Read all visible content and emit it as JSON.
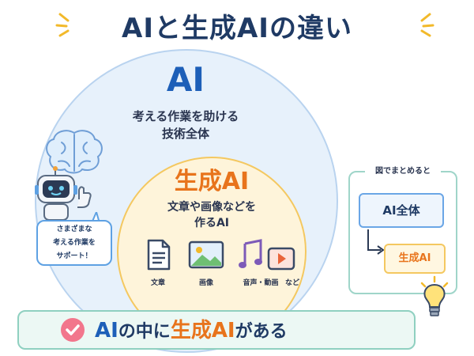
{
  "title": "AIと生成AIの違い",
  "ai": {
    "label": "AI",
    "description_line1": "考える作業を助ける",
    "description_line2": "技術全体"
  },
  "generative_ai": {
    "label": "生成AI",
    "description_line1": "文章や画像などを",
    "description_line2": "作るAI",
    "media": [
      {
        "label": "文章",
        "icon": "document-icon"
      },
      {
        "label": "画像",
        "icon": "image-icon"
      },
      {
        "label": "音声・動画",
        "icon": "music-video-icon"
      }
    ],
    "media_suffix": "など"
  },
  "robot_bubble": {
    "line1": "さまざまな",
    "line2": "考える作業を",
    "line3": "サポート！"
  },
  "summary_panel": {
    "tag": "図でまとめると",
    "outer": "AI全体",
    "inner": "生成AI"
  },
  "banner": {
    "part1": "AI",
    "part2": "の中に",
    "part3": "生成AI",
    "part4": "がある"
  },
  "colors": {
    "ai_blue": "#1d5fb8",
    "gen_orange": "#e8741c",
    "navy": "#1f3a64",
    "ai_circle_fill": "#e7f1fb",
    "gen_circle_fill": "#fef4da",
    "banner_fill": "#ecf8f4"
  }
}
